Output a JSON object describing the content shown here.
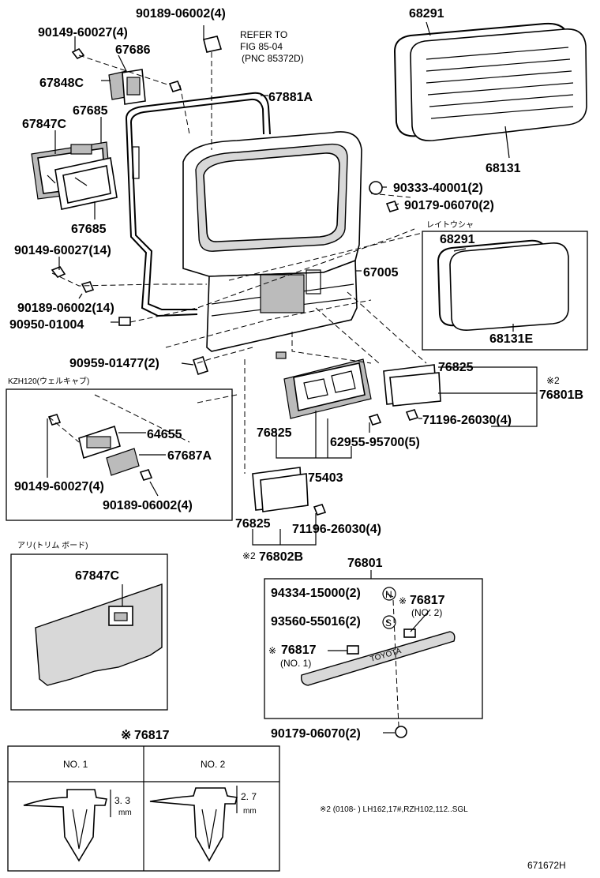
{
  "diagram": {
    "parts": {
      "p90189_top": "90189-06002(4)",
      "p90149_top": "90149-60027(4)",
      "p67686": "67686",
      "p67848c": "67848C",
      "p67847c": "67847C",
      "p67685a": "67685",
      "p67685b": "67685",
      "p90149_14": "90149-60027(14)",
      "p90189_14": "90189-06002(14)",
      "p90950": "90950-01004",
      "p90959": "90959-01477(2)",
      "p67881a": "67881A",
      "p68291": "68291",
      "p68131": "68131",
      "p90333": "90333-40001(2)",
      "p90179_top": "90179-06070(2)",
      "p68291_b": "68291",
      "p68131e": "68131E",
      "p67005": "67005",
      "p76825_r": "76825",
      "p76801b": "76801B",
      "p71196_r": "71196-26030(4)",
      "p76825_m": "76825",
      "p62955": "62955-95700(5)",
      "p75403": "75403",
      "p76825_l": "76825",
      "p71196_l": "71196-26030(4)",
      "p76802b": "76802B",
      "p76801": "76801",
      "p94334": "94334-15000(2)",
      "p93560": "93560-55016(2)",
      "p76817_no2": "76817",
      "p76817_no1": "76817",
      "p90179_bot": "90179-06070(2)",
      "p64655": "64655",
      "p67687a": "67687A",
      "p90149_kzh": "90149-60027(4)",
      "p90189_kzh": "90189-06002(4)",
      "p67847c_b": "67847C"
    },
    "notes": {
      "refer_line1": "REFER TO",
      "refer_line2": "FIG 85-04",
      "refer_line3": "(PNC 85372D)",
      "reito": "レイトウシャ",
      "kzh": "KZH120(ウェルキャブ)",
      "trim": "アリ(トリム ボード)",
      "no1_paren": "(NO. 1)",
      "no2_paren": "(NO. 2)",
      "star2_a": "※2",
      "star2_b": "※2",
      "star_76817": "※",
      "star_a": "※",
      "star_b": "※",
      "N": "N",
      "S": "S",
      "toyota": "TOYOTA",
      "footnote": "※2 (0108-    ) LH162,17#,RZH102,112..SGL",
      "fig_id": "671672H"
    },
    "table": {
      "title_star": "※",
      "title_part": "76817",
      "col1": "NO. 1",
      "col2": "NO. 2",
      "dim1": "3. 3",
      "dim2": "2. 7",
      "unit1": "mm",
      "unit2": "mm"
    }
  }
}
